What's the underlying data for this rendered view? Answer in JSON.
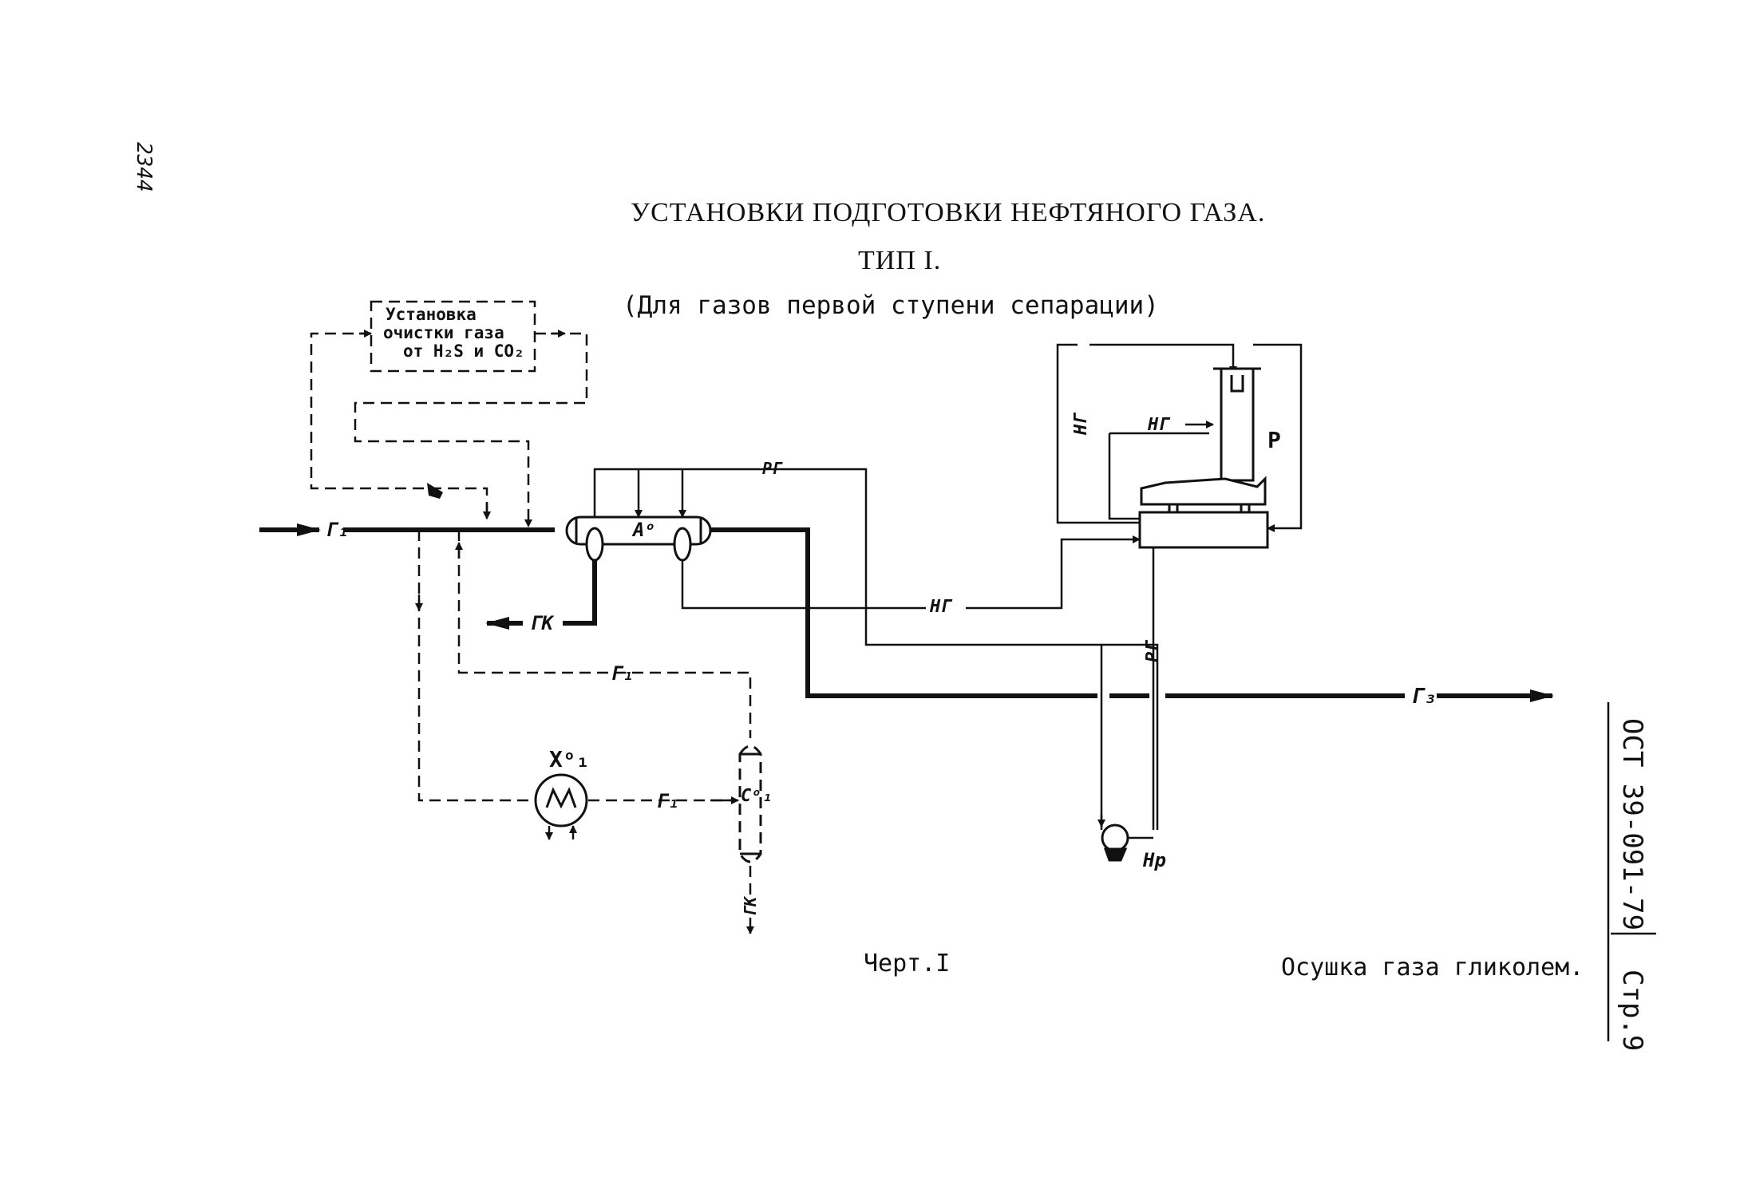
{
  "handwritten_number": "2344",
  "title": {
    "line1": "УСТАНОВКИ ПОДГОТОВКИ НЕФТЯНОГО ГАЗА.",
    "line2": "ТИП I.",
    "line3": "(Для газов первой ступени сепарации)"
  },
  "purification_box": {
    "line1": "Установка",
    "line2": "очистки газа",
    "line3": "от H₂S и CO₂"
  },
  "labels": {
    "inlet_gas": "Г₁",
    "absorber": "Aᵒ",
    "rich_glycol_top": "РГ",
    "gas_condensate_left": "ГК",
    "gas_g1_dashed": "Г₁",
    "lean_glycol_bottom": "НГ",
    "lean_glycol_vertical": "НГ",
    "lean_glycol_regen": "НГ",
    "regenerator": "Р",
    "rich_glycol_vertical": "РГ",
    "outlet_gas": "Г₃",
    "cooler": "Xᵒ₁",
    "gas_g1_to_separator": "Г₁",
    "separator": "Сᵒ₁",
    "gas_condensate_bottom": "ГК",
    "pump": "Нр"
  },
  "footer": {
    "drawing": "Черт.I",
    "caption": "Осушка газа гликолем."
  },
  "side": {
    "standard": "ОСТ 39-091-79",
    "page": "Стр.9"
  }
}
